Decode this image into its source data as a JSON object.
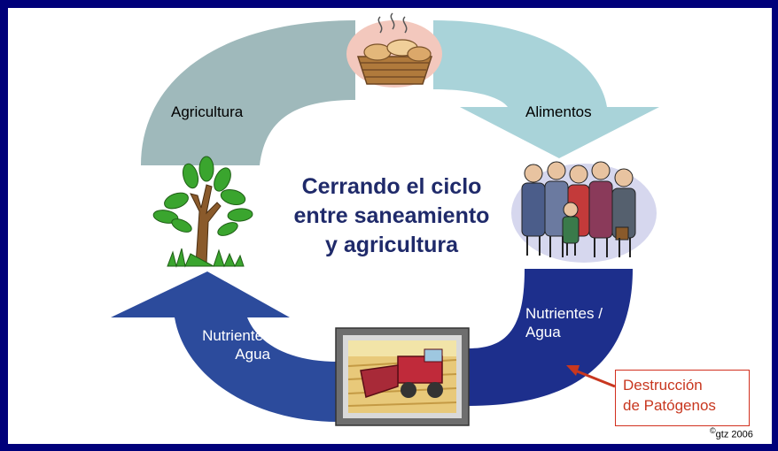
{
  "diagram": {
    "title_lines": [
      "Cerrando el ciclo",
      "entre saneamiento",
      "y agricultura"
    ],
    "arrows": {
      "agricultura": "Agricultura",
      "alimentos": "Alimentos",
      "nutrientes_right": [
        "Nutrientes /",
        "Agua"
      ],
      "nutrientes_left": [
        "Nutrientes /",
        "Agua"
      ]
    },
    "callout": [
      "Destrucción",
      "de Patógenos"
    ],
    "copyright": {
      "symbol": "©",
      "text": "gtz 2006"
    },
    "icons": [
      "bread-basket-icon",
      "tree-icon",
      "people-group-icon",
      "harvester-icon"
    ],
    "colors": {
      "frame": "#00007a",
      "arrow_teal": "#9fb9bb",
      "arrow_light": "#a9d3d9",
      "arrow_navy": "#1d2f8c",
      "arrow_blue": "#2c4b9c",
      "callout_red": "#c8371f",
      "title": "#1f2a6a"
    }
  }
}
